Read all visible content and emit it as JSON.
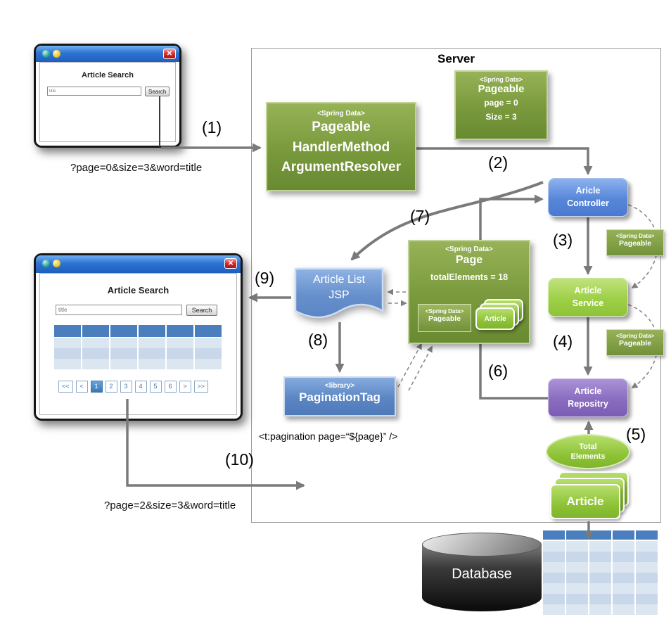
{
  "server": {
    "label": "Server"
  },
  "icons": {
    "close": "✕"
  },
  "colors": {
    "olive_green": "#79993c",
    "bright_green": "#8ec337",
    "node_blue": "#4a7ad0",
    "node_purple": "#7b5cb4",
    "doc_blue": "#5b86c4",
    "table_header_blue": "#4a7ebd",
    "arrow_gray": "#7a7a7a",
    "titlebar_blue": "#2e74d2",
    "close_red": "#d62d2d"
  },
  "browser1": {
    "title": "Article Search",
    "input_value": "title",
    "search_label": "Search"
  },
  "browser2": {
    "title": "Article Search",
    "input_value": "title",
    "search_label": "Search",
    "pagination": [
      "<<",
      "<",
      "1",
      "2",
      "3",
      "4",
      "5",
      "6",
      ">",
      ">>"
    ],
    "active_index": 2
  },
  "queries": {
    "first": "?page=0&size=3&word=title",
    "second": "?page=2&size=3&word=title"
  },
  "steps": {
    "s1": "(1)",
    "s2": "(2)",
    "s3": "(3)",
    "s4": "(4)",
    "s5": "(5)",
    "s6": "(6)",
    "s7": "(7)",
    "s8": "(8)",
    "s9": "(9)",
    "s10": "(10)"
  },
  "resolver": {
    "stereotype": "<Spring Data>",
    "line1": "Pageable",
    "line2": "HandlerMethod",
    "line3": "ArgumentResolver"
  },
  "pageable_param": {
    "stereotype": "<Spring Data>",
    "title": "Pageable",
    "field1": "page = 0",
    "field2": "Size = 3"
  },
  "controller": {
    "line1": "Aricle",
    "line2": "Controller"
  },
  "service": {
    "line1": "Article",
    "line2": "Service"
  },
  "repository": {
    "line1": "Article",
    "line2": "Repositry"
  },
  "pageable_small_1": {
    "stereotype": "<Spring Data>",
    "title": "Pageable"
  },
  "pageable_small_2": {
    "stereotype": "<Spring Data>",
    "title": "Pageable"
  },
  "page_obj": {
    "stereotype": "<Spring Data>",
    "title": "Page",
    "field": "totalElements = 18",
    "inner_pageable": {
      "stereotype": "<Spring Data>",
      "title": "Pageable"
    },
    "inner_article": "Article"
  },
  "jsp": {
    "line1": "Article List",
    "line2": "JSP"
  },
  "pagination_tag": {
    "stereotype": "<library>",
    "title": "PaginationTag"
  },
  "tag_usage": "<t:pagination page=“${page}” />",
  "total_elements": {
    "line1": "Total",
    "line2": "Elements"
  },
  "article_stack": {
    "label": "Article"
  },
  "database": {
    "label": "Database"
  }
}
